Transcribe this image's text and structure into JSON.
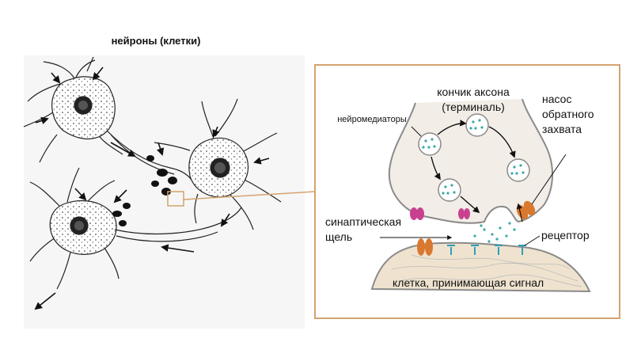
{
  "title": "нейроны (клетки)",
  "labels": {
    "axon_tip_line1": "кончик аксона",
    "axon_tip_line2": "(терминаль)",
    "neurotransmitters": "нейромедиаторы",
    "pump_line1": "насос",
    "pump_line2": "обратного",
    "pump_line3": "захвата",
    "cleft_line1": "синаптическая",
    "cleft_line2": "щель",
    "receptor": "рецептор",
    "receiving_cell": "клетка, принимающая сигнал"
  },
  "colors": {
    "membrane_fill": "#f2ede6",
    "membrane_stroke": "#8a8a8a",
    "inset_border": "#d4a36f",
    "vesicle_dot": "#3aa9a5",
    "channel_magenta": "#c8418f",
    "pump_orange": "#d9792f",
    "receptor_teal": "#2aa0b8",
    "cell_fill": "#efe3cf"
  },
  "icons": {
    "arrow": "arrow-icon",
    "vesicle": "vesicle-icon"
  }
}
